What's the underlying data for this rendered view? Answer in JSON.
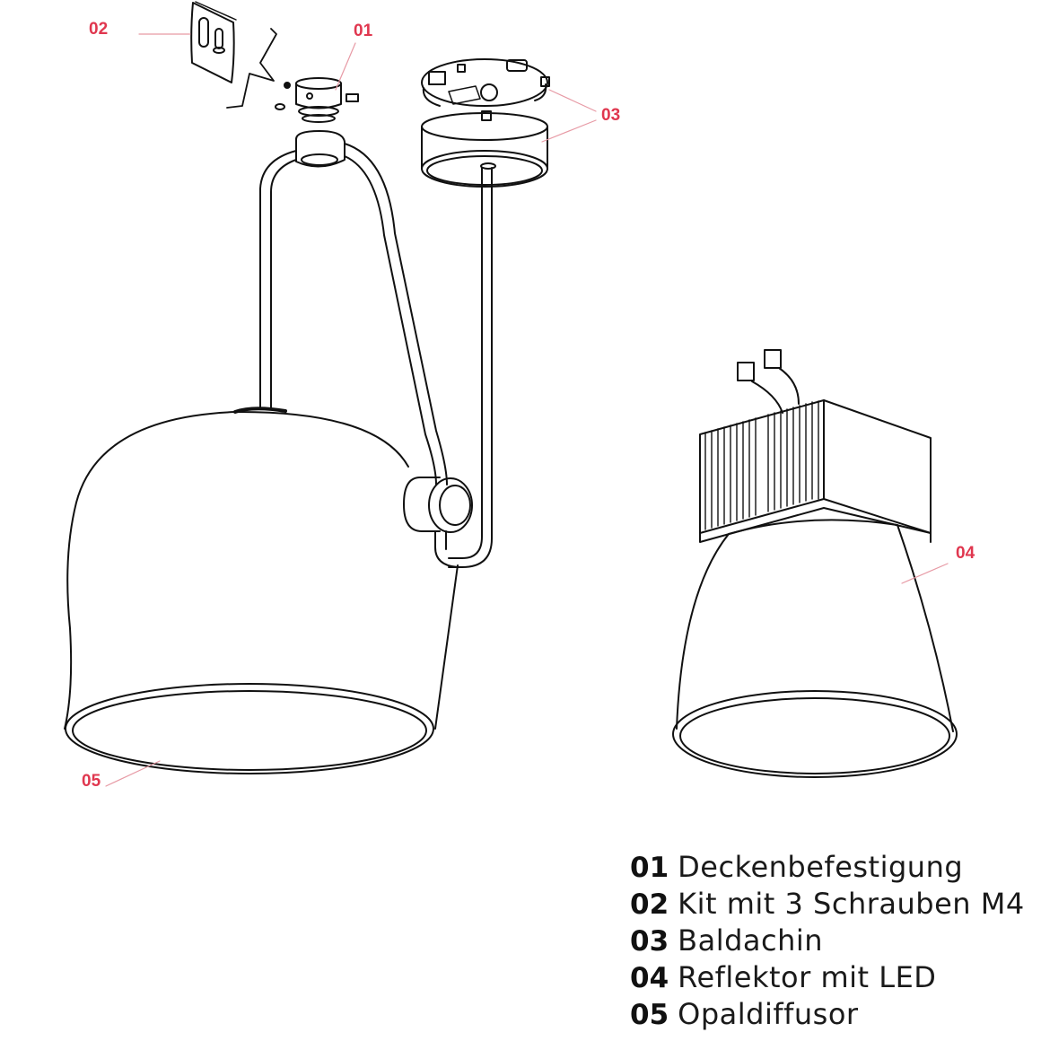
{
  "diagram": {
    "type": "exploded-assembly-view",
    "accent_color": "#e0374f",
    "line_color": "#111111",
    "callouts": [
      {
        "id": "01",
        "label": "01"
      },
      {
        "id": "02",
        "label": "02"
      },
      {
        "id": "03",
        "label": "03"
      },
      {
        "id": "04",
        "label": "04"
      },
      {
        "id": "05",
        "label": "05"
      }
    ],
    "parts": [
      {
        "number": "01",
        "name": "Deckenbefestigung"
      },
      {
        "number": "02",
        "name": "Kit mit 3 Schrauben M4"
      },
      {
        "number": "03",
        "name": "Baldachin"
      },
      {
        "number": "04",
        "name": "Reflektor mit LED"
      },
      {
        "number": "05",
        "name": "Opaldiffusor"
      }
    ]
  }
}
